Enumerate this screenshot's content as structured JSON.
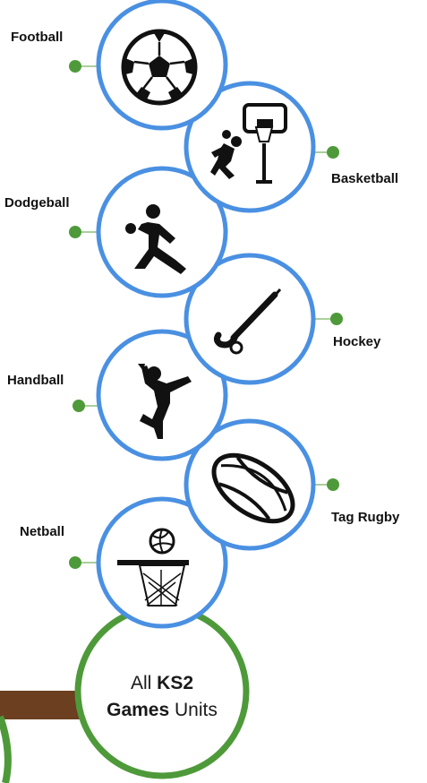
{
  "units": [
    {
      "name": "Football",
      "icon": "football-icon"
    },
    {
      "name": "Basketball",
      "icon": "basketball-hoop-icon"
    },
    {
      "name": "Dodgeball",
      "icon": "dodgeball-thrower-icon"
    },
    {
      "name": "Hockey",
      "icon": "hockey-stick-icon"
    },
    {
      "name": "Handball",
      "icon": "handball-player-icon"
    },
    {
      "name": "Tag Rugby",
      "icon": "rugby-ball-icon"
    },
    {
      "name": "Netball",
      "icon": "netball-hoop-icon"
    }
  ],
  "center": {
    "word_all": "All",
    "word_ks2": "KS2",
    "word_games": "Games",
    "word_units": "Units"
  },
  "colors": {
    "circle_border": "#4a90e2",
    "node": "#4e9a3a",
    "trunk_border": "#4e9a3a",
    "branch": "#6b3f1f",
    "icon": "#111111"
  }
}
